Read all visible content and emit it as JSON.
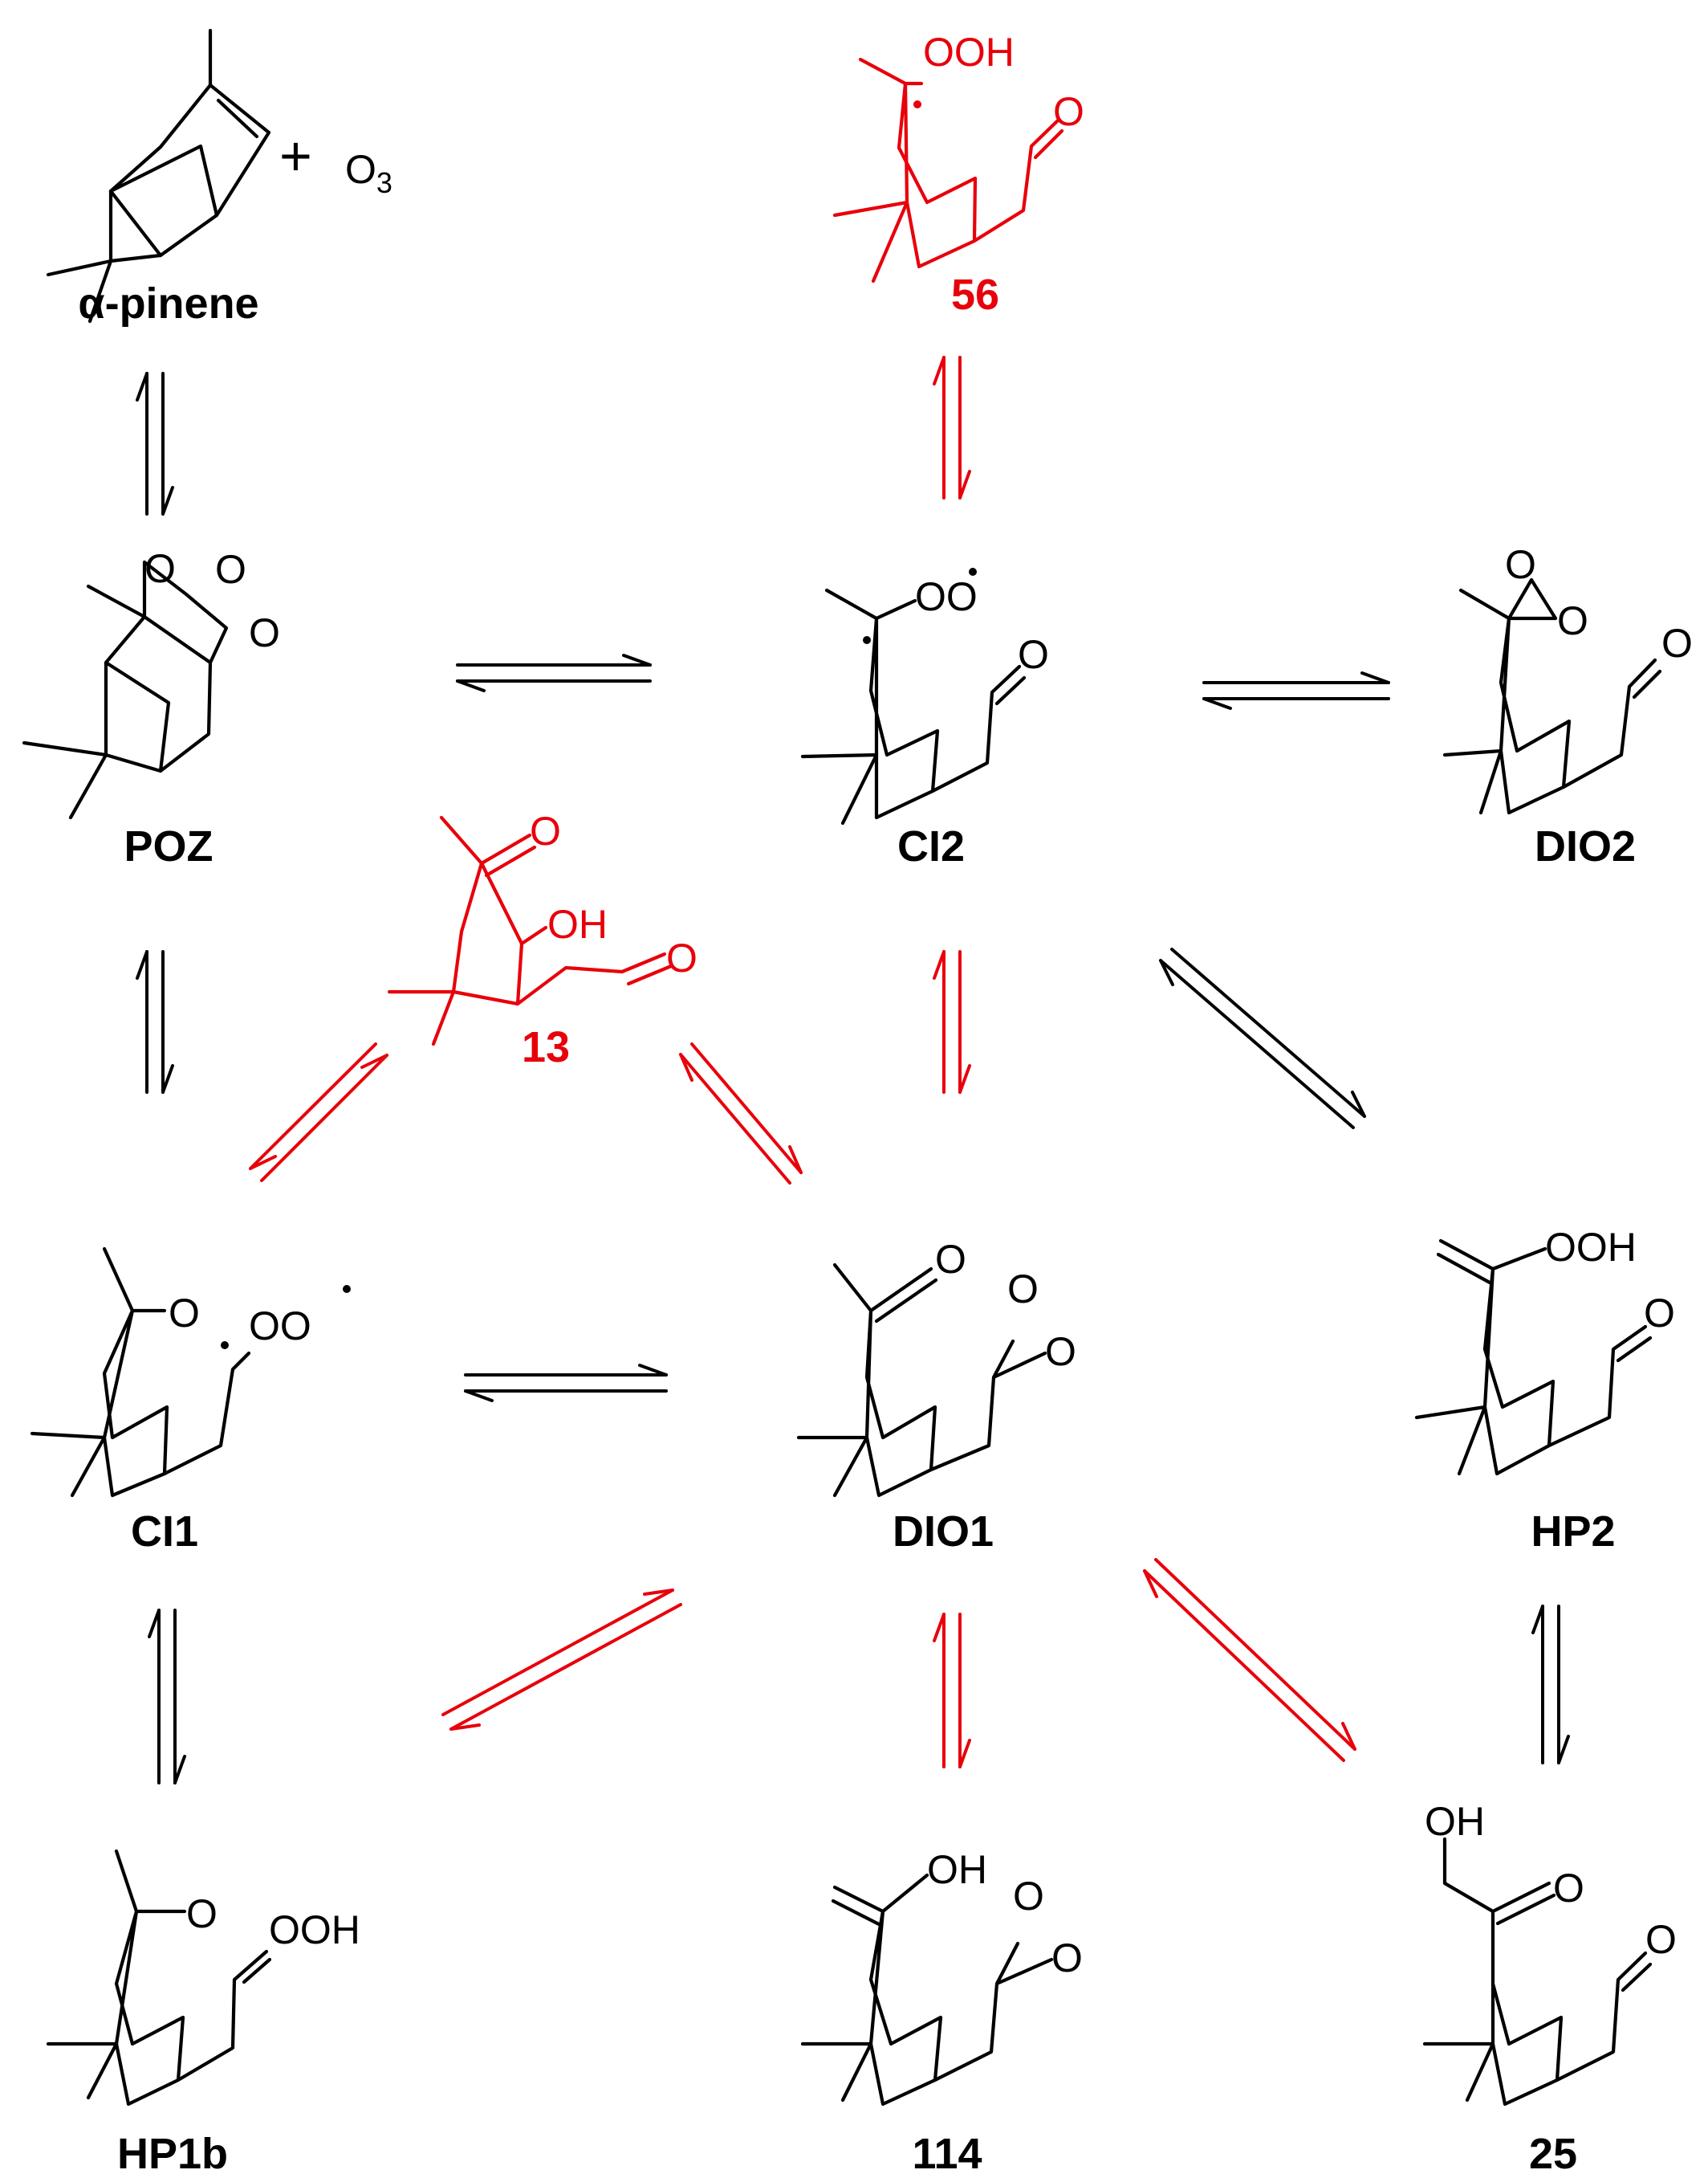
{
  "compounds": {
    "alpha_pinene": {
      "name": "α-pinene",
      "color": "#000000"
    },
    "plus": "+",
    "ozone": {
      "main": "O",
      "sub": "3"
    },
    "c56": {
      "name": "56",
      "color": "#e8000b",
      "labels": {
        "ooh": "OOH",
        "o": "O"
      }
    },
    "poz": {
      "name": "POZ",
      "color": "#000000",
      "labels": {
        "o1": "O",
        "o2": "O",
        "o3": "O"
      }
    },
    "ci2": {
      "name": "CI2",
      "color": "#000000",
      "labels": {
        "oo": "OO",
        "o": "O"
      }
    },
    "dio2": {
      "name": "DIO2",
      "color": "#000000",
      "labels": {
        "o1": "O",
        "o2": "O",
        "o3": "O"
      }
    },
    "c13": {
      "name": "13",
      "color": "#e8000b",
      "labels": {
        "o_ketone": "O",
        "oh": "OH",
        "o_ald": "O"
      }
    },
    "ci1": {
      "name": "CI1",
      "color": "#000000",
      "labels": {
        "o": "O",
        "oo": "OO"
      }
    },
    "dio1": {
      "name": "DIO1",
      "color": "#000000",
      "labels": {
        "o_ketone": "O",
        "o1": "O",
        "o2": "O"
      }
    },
    "hp2": {
      "name": "HP2",
      "color": "#000000",
      "labels": {
        "ooh": "OOH",
        "o": "O"
      }
    },
    "hp1b": {
      "name": "HP1b",
      "color": "#000000",
      "labels": {
        "o": "O",
        "ooh": "OOH"
      }
    },
    "c114": {
      "name": "114",
      "color": "#000000",
      "labels": {
        "oh": "OH",
        "o1": "O",
        "o2": "O"
      }
    },
    "c25": {
      "name": "25",
      "color": "#000000",
      "labels": {
        "oh": "OH",
        "o_ketone": "O",
        "o_ald": "O"
      }
    }
  },
  "colors": {
    "black_path": "#000000",
    "highlight_path": "#e8000b"
  },
  "equilibria": [
    {
      "from": "alpha_pinene",
      "to": "POZ",
      "color": "black"
    },
    {
      "from": "POZ",
      "to": "CI2",
      "color": "black"
    },
    {
      "from": "56",
      "to": "CI2",
      "color": "red"
    },
    {
      "from": "CI2",
      "to": "DIO2",
      "color": "black"
    },
    {
      "from": "POZ",
      "to": "CI1",
      "color": "black"
    },
    {
      "from": "13",
      "to": "CI1",
      "color": "red"
    },
    {
      "from": "13",
      "to": "DIO1",
      "color": "red"
    },
    {
      "from": "CI2",
      "to": "DIO1",
      "color": "red"
    },
    {
      "from": "CI2",
      "to": "HP2",
      "color": "black"
    },
    {
      "from": "CI1",
      "to": "DIO1",
      "color": "black"
    },
    {
      "from": "CI1",
      "to": "HP1b",
      "color": "black"
    },
    {
      "from": "DIO1",
      "to": "HP1b",
      "color": "red"
    },
    {
      "from": "DIO1",
      "to": "114",
      "color": "red"
    },
    {
      "from": "DIO1",
      "to": "25",
      "color": "red"
    },
    {
      "from": "HP2",
      "to": "25",
      "color": "black"
    }
  ]
}
